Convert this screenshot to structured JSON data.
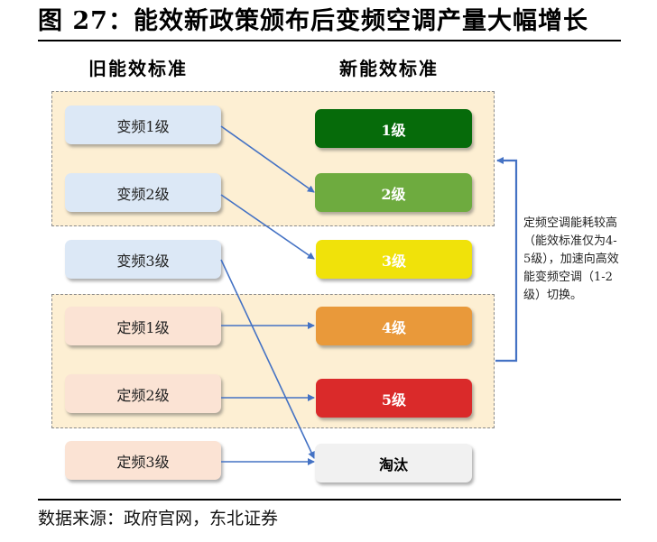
{
  "figure": {
    "title": "图 27：能效新政策颁布后变频空调产量大幅增长",
    "source": "数据来源：政府官网，东北证券"
  },
  "columns": {
    "old_header": "旧能效标准",
    "new_header": "新能效标准"
  },
  "old_standards": [
    {
      "label": "变频1级",
      "type": "inverter"
    },
    {
      "label": "变频2级",
      "type": "inverter"
    },
    {
      "label": "变频3级",
      "type": "inverter"
    },
    {
      "label": "定频1级",
      "type": "fixed"
    },
    {
      "label": "定频2级",
      "type": "fixed"
    },
    {
      "label": "定频3级",
      "type": "fixed"
    }
  ],
  "new_standards": [
    {
      "label": "1级",
      "color": "#066b0a"
    },
    {
      "label": "2级",
      "color": "#6eab3f"
    },
    {
      "label": "3级",
      "color": "#f0e20a"
    },
    {
      "label": "4级",
      "color": "#e9993a"
    },
    {
      "label": "5级",
      "color": "#da2a2a"
    },
    {
      "label": "淘汰",
      "color": "#f1f1f1"
    }
  ],
  "mappings": [
    {
      "from": "变频1级",
      "to": "2级"
    },
    {
      "from": "变频2级",
      "to": "3级"
    },
    {
      "from": "变频3级",
      "to": "淘汰"
    },
    {
      "from": "定频1级",
      "to": "4级"
    },
    {
      "from": "定频2级",
      "to": "5级"
    },
    {
      "from": "定频3级",
      "to": "淘汰"
    }
  ],
  "annotation": {
    "text": "定频空调能耗较高（能效标准仅为4-5级），加速向高效能变频空调（1-2级）切换。"
  },
  "colors": {
    "arrow": "#4472c4",
    "group_fill": "#fdefd3",
    "group_border": "#8a8a8a",
    "inverter_box": "#dce8f6",
    "fixed_box": "#fbe3d4"
  }
}
